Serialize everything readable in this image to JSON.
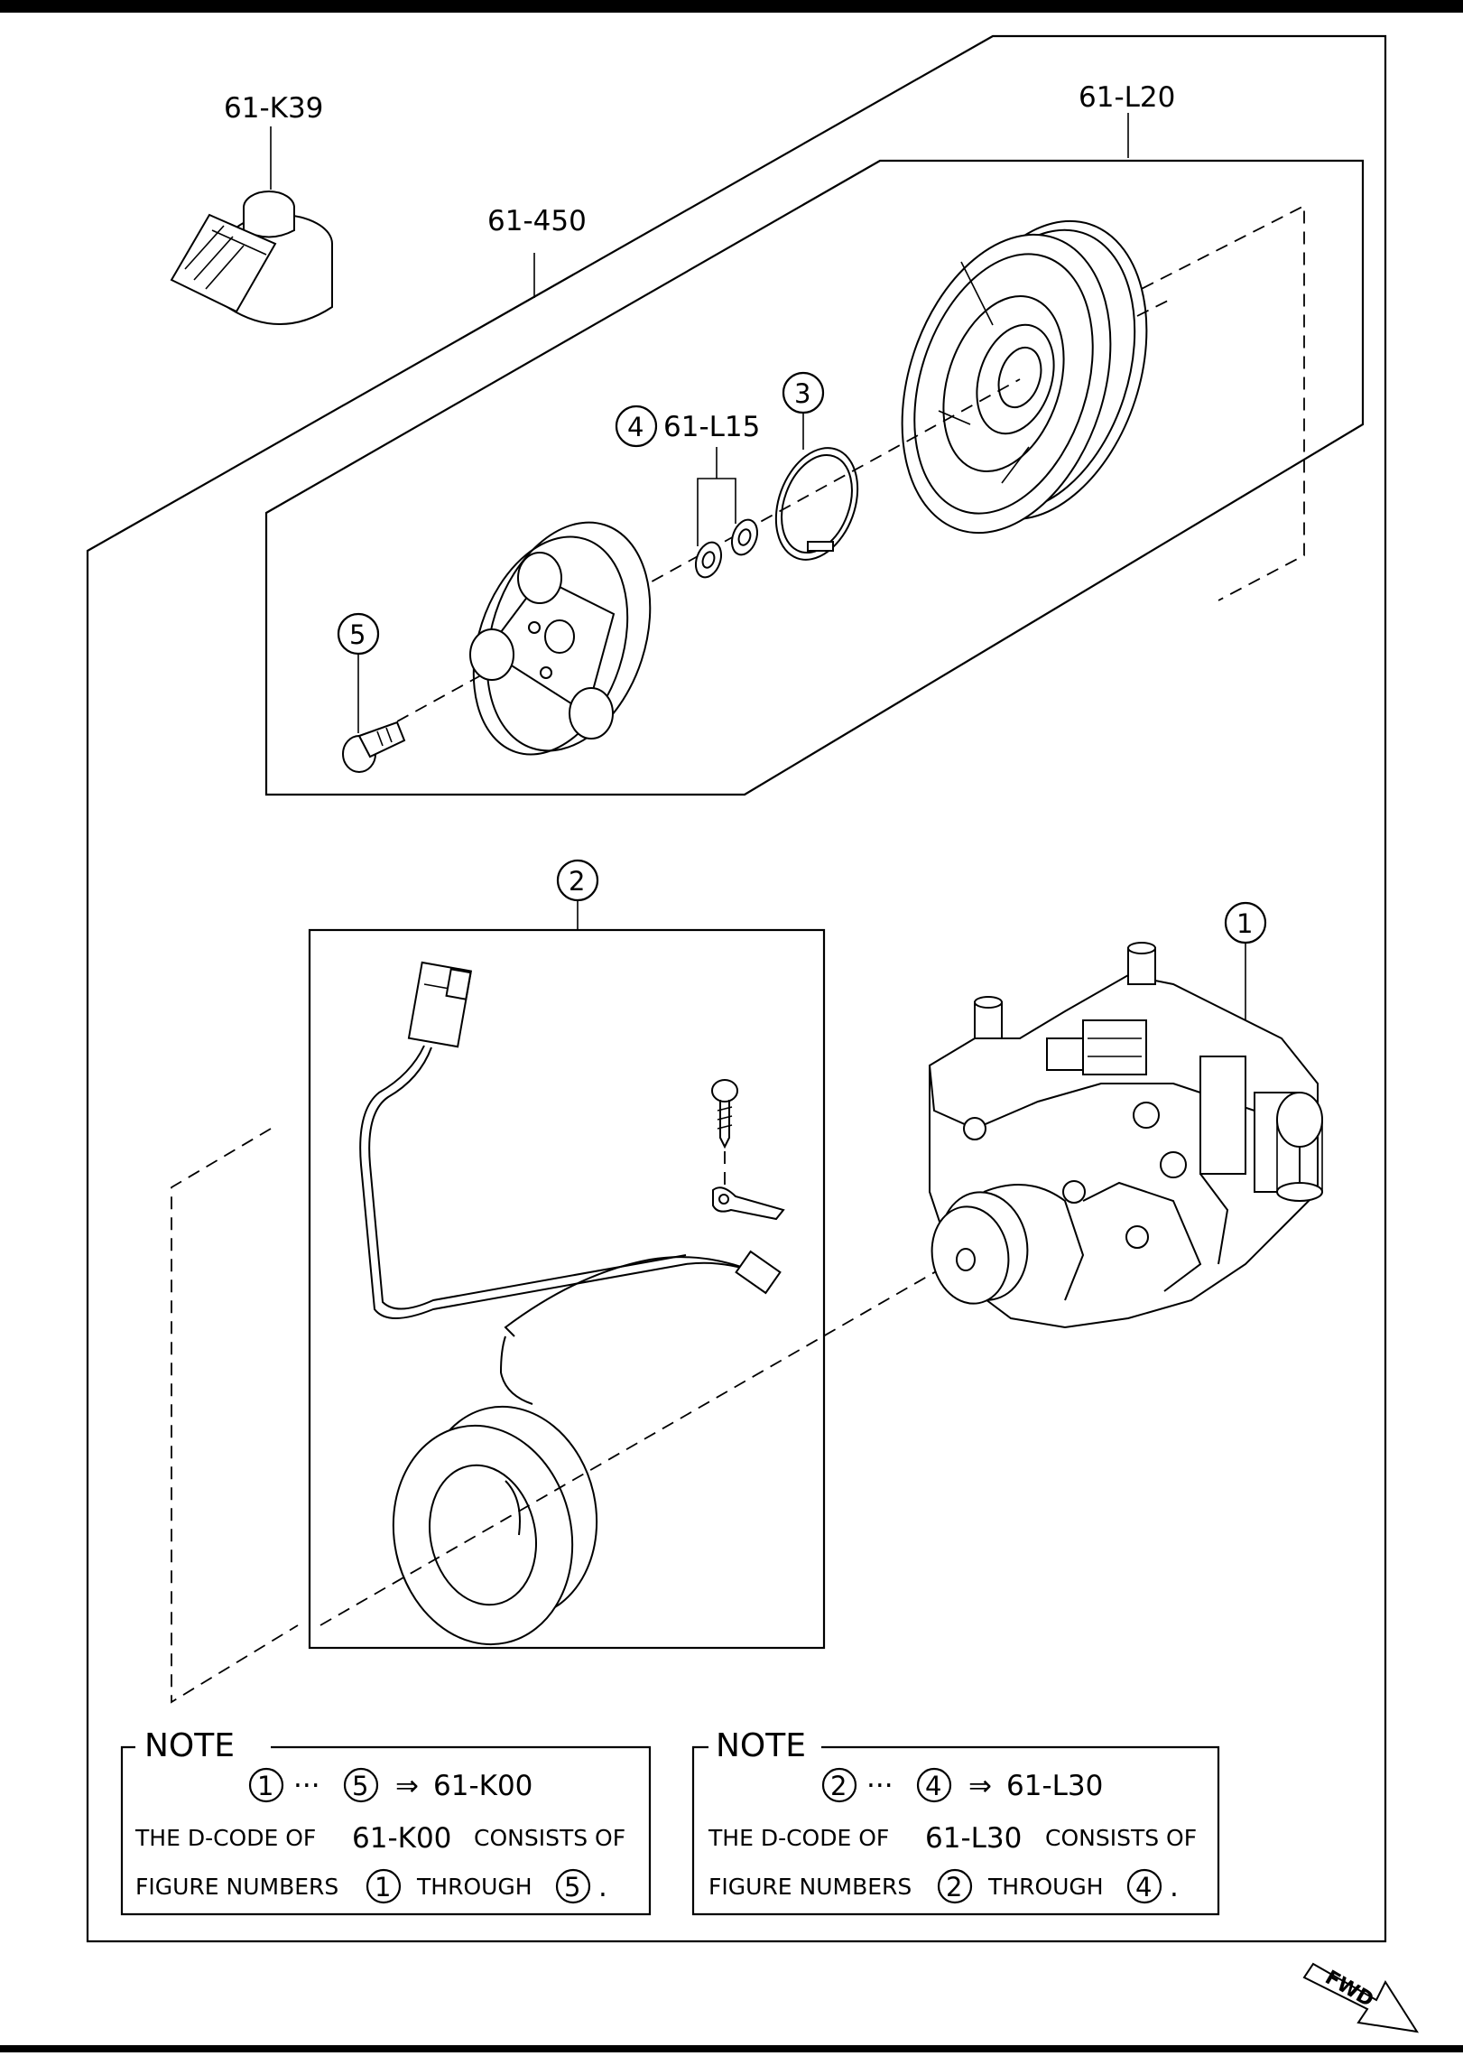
{
  "labels": {
    "sensor": "61-K39",
    "clutch_set": "61-450",
    "pulley": "61-L20",
    "shim": "61-L15"
  },
  "callouts": {
    "compressor": "1",
    "field_coil": "2",
    "snap_ring": "3",
    "shim": "4",
    "bolt": "5"
  },
  "note_left": {
    "header": "NOTE",
    "from": "1",
    "dots": "···",
    "to": "5",
    "arrow": "⇒",
    "code": "61-K00",
    "line2_a": "THE D-CODE OF",
    "line2_code": "61-K00",
    "line2_b": "CONSISTS OF",
    "line3_a": "FIGURE NUMBERS",
    "line3_from": "1",
    "line3_through": "THROUGH",
    "line3_to": "5",
    "period": "."
  },
  "note_right": {
    "header": "NOTE",
    "from": "2",
    "dots": "···",
    "to": "4",
    "arrow": "⇒",
    "code": "61-L30",
    "line2_a": "THE D-CODE OF",
    "line2_code": "61-L30",
    "line2_b": "CONSISTS OF",
    "line3_a": "FIGURE NUMBERS",
    "line3_from": "2",
    "line3_through": "THROUGH",
    "line3_to": "4",
    "period": "."
  },
  "fwd": "FWD"
}
